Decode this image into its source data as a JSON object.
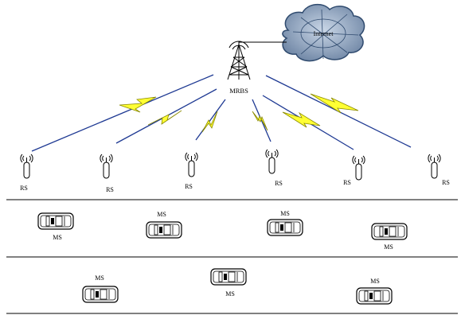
{
  "cloud": {
    "label": "Internet",
    "fill": "#8fa3bb",
    "edge": "#2f4a6e"
  },
  "base_station": {
    "label": "MRBS"
  },
  "relay_stations": [
    {
      "label": "RS"
    },
    {
      "label": "RS"
    },
    {
      "label": "RS"
    },
    {
      "label": "RS"
    },
    {
      "label": "RS"
    },
    {
      "label": "RS"
    }
  ],
  "mobile_stations": [
    {
      "label": "MS"
    },
    {
      "label": "MS"
    },
    {
      "label": "MS"
    },
    {
      "label": "MS"
    },
    {
      "label": "MS"
    },
    {
      "label": "MS"
    },
    {
      "label": "MS"
    }
  ],
  "link_colors": {
    "line": "#1f3a93",
    "bolt_fill": "#ffff33",
    "bolt_stroke": "#8a8a00"
  }
}
